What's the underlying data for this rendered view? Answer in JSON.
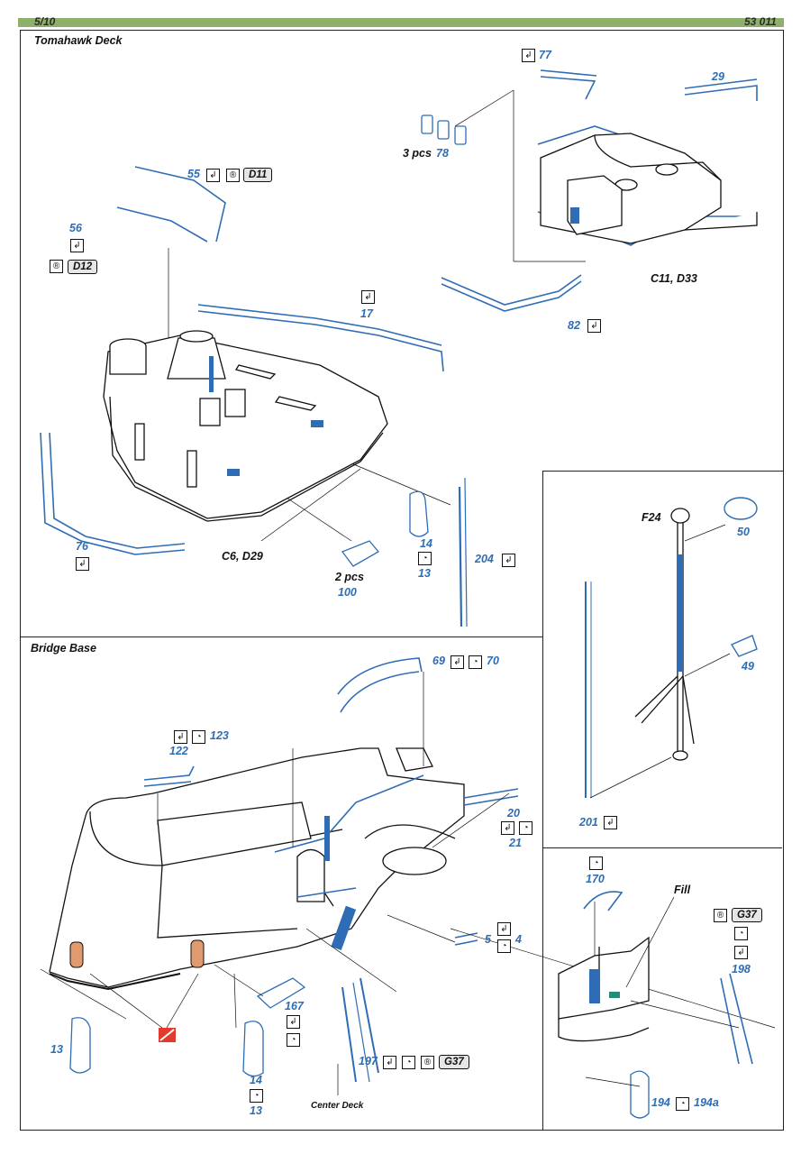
{
  "header": {
    "page": "5/10",
    "code": "53 011"
  },
  "sections": {
    "tomahawk": "Tomahawk Deck",
    "bridge": "Bridge Base"
  },
  "parts": {
    "p55": "55",
    "p56": "56",
    "p17": "17",
    "p76": "76",
    "p77": "77",
    "p29": "29",
    "p78_qty": "3 pcs",
    "p78": "78",
    "p82": "82",
    "p14a": "14",
    "p13a": "13",
    "p100_qty": "2 pcs",
    "p100": "100",
    "p204": "204",
    "p50": "50",
    "p49": "49",
    "p201": "201",
    "p69": "69",
    "p70": "70",
    "p122": "122",
    "p123": "123",
    "p20": "20",
    "p21": "21",
    "p5": "5",
    "p4": "4",
    "p167": "167",
    "p13b": "13",
    "p14b": "14",
    "p13c": "13",
    "p197": "197",
    "p170": "170",
    "p198": "198",
    "p194": "194",
    "p194a": "194a"
  },
  "refs": {
    "d11": "D11",
    "d12": "D12",
    "c11d33": "C11, D33",
    "c6d29": "C6, D29",
    "f24": "F24",
    "g37a": "G37",
    "g37b": "G37",
    "center_deck": "Center Deck",
    "fill": "Fill"
  },
  "icons": {
    "bend": "bend-icon",
    "roll": "roll-icon",
    "resin": "resin-icon"
  },
  "colors": {
    "etch_blue": "#2e6db5",
    "header_green": "#8fb06a",
    "resin_orange": "#e09a70",
    "warning_red": "#e23b2e"
  }
}
